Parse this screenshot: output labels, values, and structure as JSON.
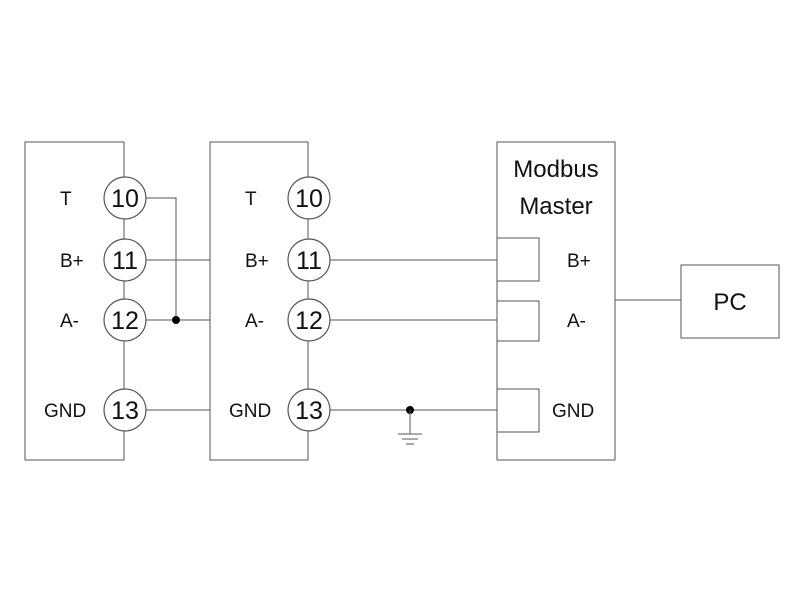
{
  "devices": [
    {
      "terminals": [
        {
          "label": "T",
          "number": "10"
        },
        {
          "label": "B+",
          "number": "11"
        },
        {
          "label": "A-",
          "number": "12"
        },
        {
          "label": "GND",
          "number": "13"
        }
      ]
    },
    {
      "terminals": [
        {
          "label": "T",
          "number": "10"
        },
        {
          "label": "B+",
          "number": "11"
        },
        {
          "label": "A-",
          "number": "12"
        },
        {
          "label": "GND",
          "number": "13"
        }
      ]
    }
  ],
  "master": {
    "title_line1": "Modbus",
    "title_line2": "Master",
    "ports": [
      {
        "label": "B+"
      },
      {
        "label": "A-"
      },
      {
        "label": "GND"
      }
    ]
  },
  "pc": {
    "label": "PC"
  },
  "colors": {
    "line": "#555555",
    "text": "#111111",
    "junction": "#000000"
  },
  "icons": [
    "ground-symbol-icon",
    "junction-dot-icon"
  ]
}
